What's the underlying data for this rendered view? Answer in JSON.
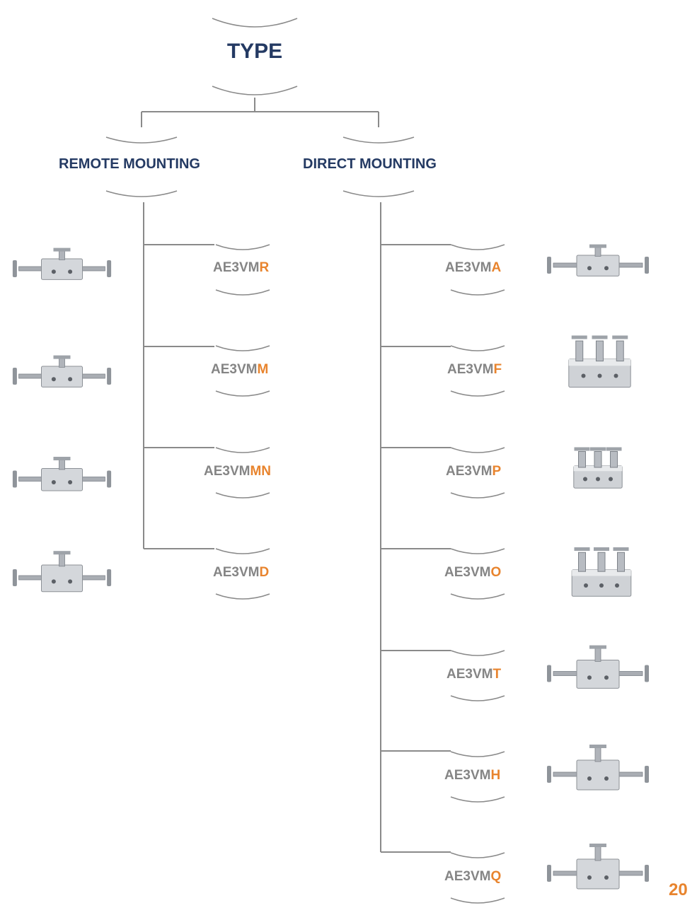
{
  "title": "TYPE",
  "branches": [
    {
      "label": "REMOTE MOUNTING",
      "items": [
        {
          "prefix": "AE3VM",
          "suffix": "R"
        },
        {
          "prefix": "AE3VM",
          "suffix": "M"
        },
        {
          "prefix": "AE3VM",
          "suffix": "MN"
        },
        {
          "prefix": "AE3VM",
          "suffix": "D"
        }
      ]
    },
    {
      "label": "DIRECT MOUNTING",
      "items": [
        {
          "prefix": "AE3VM",
          "suffix": "A"
        },
        {
          "prefix": "AE3VM",
          "suffix": "F"
        },
        {
          "prefix": "AE3VM",
          "suffix": "P"
        },
        {
          "prefix": "AE3VM",
          "suffix": "O"
        },
        {
          "prefix": "AE3VM",
          "suffix": "T"
        },
        {
          "prefix": "AE3VM",
          "suffix": "H"
        },
        {
          "prefix": "AE3VM",
          "suffix": "Q"
        }
      ]
    }
  ],
  "page_number": "20",
  "colors": {
    "heading": "#243a63",
    "code_prefix": "#858585",
    "code_suffix": "#e8842e",
    "connector": "#8a8a8a",
    "page_number": "#e8842e"
  }
}
